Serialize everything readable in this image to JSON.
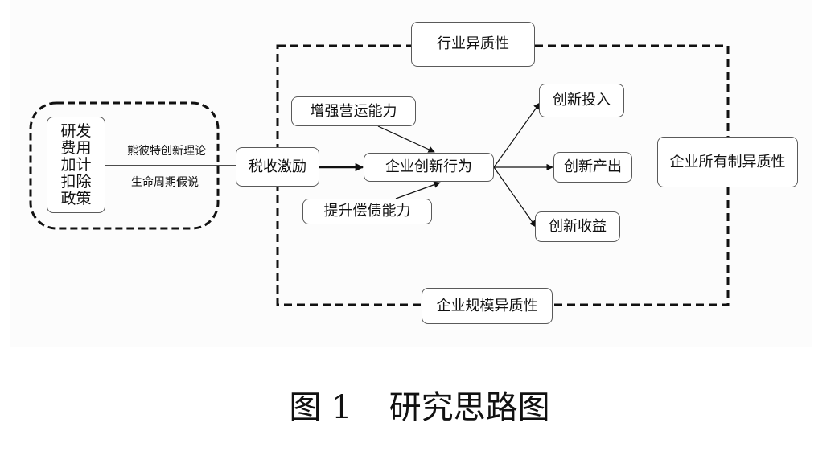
{
  "diagram": {
    "policy_box": {
      "lines": [
        "研发",
        "费用",
        "加计",
        "扣除",
        "政策"
      ]
    },
    "theory_labels": {
      "above": "熊彼特创新理论",
      "below": "生命周期假说"
    },
    "tax_incentive": "税收激励",
    "innovation_behavior": "企业创新行为",
    "mediators": {
      "operating": "增强营运能力",
      "solvency": "提升偿债能力"
    },
    "outcomes": {
      "input": "创新投入",
      "output": "创新产出",
      "revenue": "创新收益"
    },
    "heterogeneity": {
      "industry": "行业异质性",
      "firm_size": "企业规模异质性",
      "ownership": "企业所有制异质性"
    }
  },
  "caption": {
    "number": "图 1",
    "title": "研究思路图"
  }
}
